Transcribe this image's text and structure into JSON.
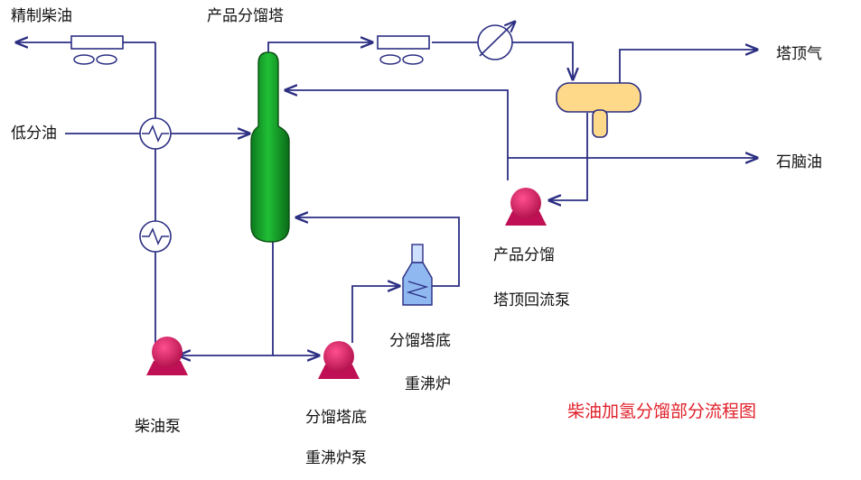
{
  "labels": {
    "refined_diesel": "精制柴油",
    "product_column": "产品分馏塔",
    "overhead_gas": "塔顶气",
    "low_pressure_oil": "低分油",
    "naphtha": "石脑油",
    "reflux_pump_line1": "产品分馏",
    "reflux_pump_line2": "塔顶回流泵",
    "reboiler_line1": "分馏塔底",
    "reboiler_line2": "重沸炉",
    "diesel_pump": "柴油泵",
    "reboiler_pump_line1": "分馏塔底",
    "reboiler_pump_line2": "重沸炉泵"
  },
  "title": "柴油加氢分馏部分流程图",
  "colors": {
    "line": "#2b2e82",
    "column": "#15a82b",
    "column_dark": "#0b6b18",
    "drum": "#ffd98a",
    "pump": "#d4145a",
    "title": "#e0202a",
    "reboiler": "#8fb8f0"
  }
}
